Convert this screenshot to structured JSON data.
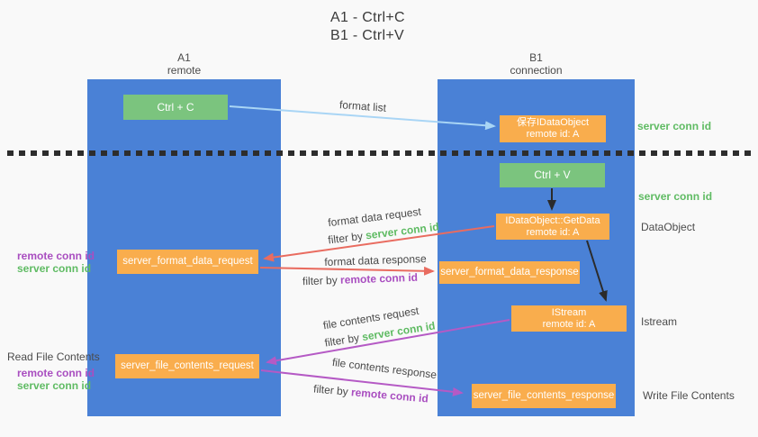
{
  "title": {
    "line1": "A1 - Ctrl+C",
    "line2": "B1 - Ctrl+V"
  },
  "lanes": {
    "left": {
      "name": "A1",
      "subtitle": "remote"
    },
    "right": {
      "name": "B1",
      "subtitle": "connection"
    }
  },
  "nodes": {
    "ctrl_c": {
      "label": "Ctrl + C"
    },
    "ctrl_v": {
      "label": "Ctrl + V"
    },
    "save_dataobject": {
      "line1": "保存IDataObject",
      "line2": "remote id: A"
    },
    "getdata": {
      "line1": "IDataObject::GetData",
      "line2": "remote id: A"
    },
    "istream": {
      "line1": "IStream",
      "line2": "remote id: A"
    },
    "server_format_data_request": {
      "label": "server_format_data_request"
    },
    "server_format_data_response": {
      "label": "server_format_data_response"
    },
    "server_file_contents_request": {
      "label": "server_file_contents_request"
    },
    "server_file_contents_response": {
      "label": "server_file_contents_response"
    }
  },
  "side_labels": {
    "server_conn_id_top_right": "server conn id",
    "server_conn_id_mid_right": "server conn id",
    "dataobject": "DataObject",
    "istream": "Istream",
    "write_file_contents": "Write File Contents",
    "remote_conn_id_mid_left": "remote conn id",
    "server_conn_id_mid_left": "server conn id",
    "read_file_contents": "Read File Contents",
    "remote_conn_id_bottom_left": "remote conn id",
    "server_conn_id_bottom_left": "server conn id"
  },
  "arrow_labels": {
    "format_list": "format list",
    "format_data_request": "format data request",
    "format_data_response": "format data response",
    "file_contents_request": "file contents request",
    "file_contents_response": "file contents response",
    "filter_by": "filter by",
    "server_conn_id": "server conn id",
    "remote_conn_id": "remote conn id"
  },
  "colors": {
    "lane_blue": "#4a81d6",
    "green_box": "#7bc47e",
    "orange_box": "#f9ad4d",
    "arrow_light_blue": "#a9d5f5",
    "arrow_red": "#e96c60",
    "arrow_purple": "#b55ac5",
    "arrow_black": "#2b2b2b",
    "green_text": "#5fbb63",
    "purple_text": "#a94ec0",
    "background": "#f9f9f9"
  }
}
